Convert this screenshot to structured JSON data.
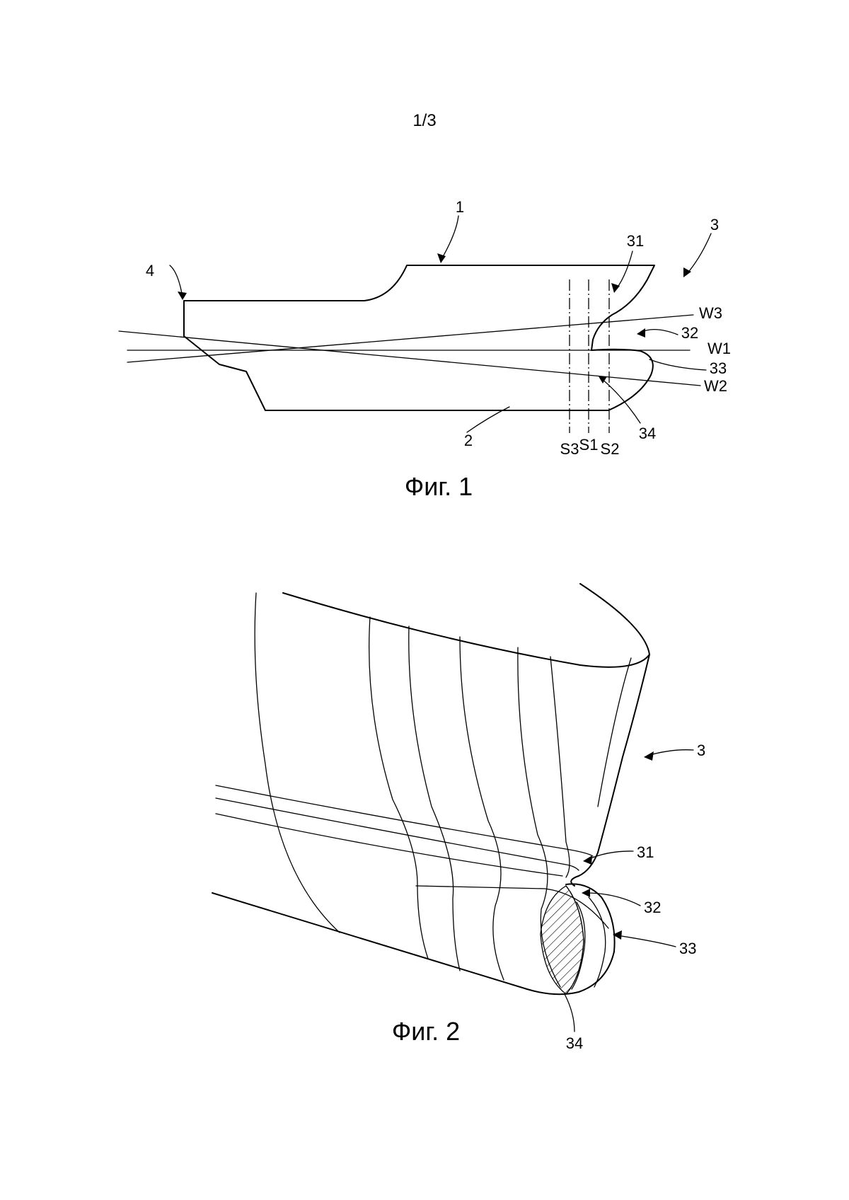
{
  "page": {
    "number": "1/3"
  },
  "figure1": {
    "caption": "Фиг. 1",
    "labels": {
      "hull": "1",
      "bottom": "2",
      "bow": "3",
      "stern": "4",
      "ref31": "31",
      "ref32": "32",
      "ref33": "33",
      "ref34": "34",
      "waterline1": "W1",
      "waterline2": "W2",
      "waterline3": "W3",
      "section1": "S1",
      "section2": "S2",
      "section3": "S3"
    }
  },
  "figure2": {
    "caption": "Фиг. 2",
    "labels": {
      "bow": "3",
      "ref31": "31",
      "ref32": "32",
      "ref33": "33",
      "ref34": "34"
    }
  }
}
